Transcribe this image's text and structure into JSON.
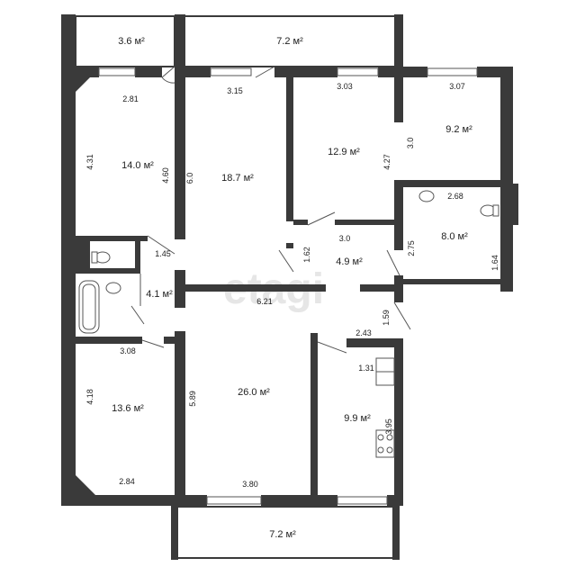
{
  "watermark": "etagi",
  "colors": {
    "wall": "#3a3a3a",
    "window": "#cfd8dc",
    "fixture": "#555555"
  },
  "rooms": [
    {
      "name": "balcony-top-left",
      "area": "3.6 м²"
    },
    {
      "name": "balcony-top-center",
      "area": "7.2 м²"
    },
    {
      "name": "room-top-left",
      "area": "14.0 м²"
    },
    {
      "name": "room-center-left",
      "area": "18.7 м²"
    },
    {
      "name": "room-center-right",
      "area": "12.9 м²"
    },
    {
      "name": "room-top-right",
      "area": "9.2 м²"
    },
    {
      "name": "bathroom-right",
      "area": "8.0 м²"
    },
    {
      "name": "hall-small",
      "area": "4.9 м²"
    },
    {
      "name": "bathroom-left",
      "area": "4.1 м²"
    },
    {
      "name": "room-living",
      "area": "26.0 м²"
    },
    {
      "name": "room-bottom-left",
      "area": "13.6 м²"
    },
    {
      "name": "kitchen",
      "area": "9.9 м²"
    },
    {
      "name": "balcony-bottom",
      "area": "7.2 м²"
    }
  ],
  "dimensions": [
    "2.81",
    "3.15",
    "3.03",
    "3.07",
    "4.31",
    "4.60",
    "6.0",
    "4.27",
    "3.0",
    "2.68",
    "3.0",
    "1.62",
    "2.75",
    "1.64",
    "1.45",
    "6.21",
    "1.59",
    "2.43",
    "1.31",
    "3.08",
    "4.18",
    "5.89",
    "3.95",
    "2.84",
    "3.80"
  ]
}
